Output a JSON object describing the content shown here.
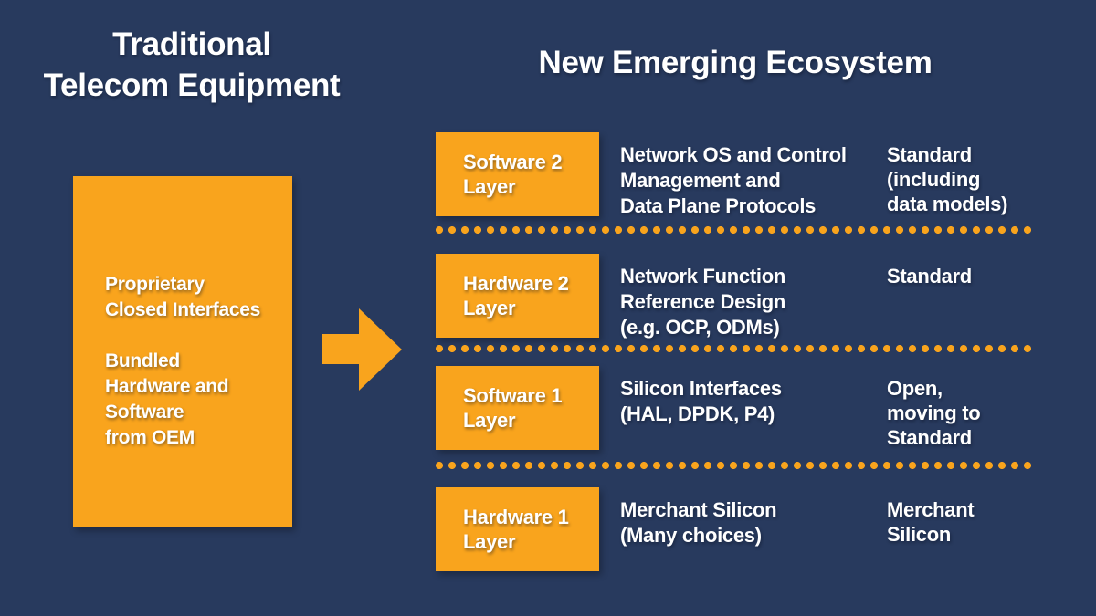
{
  "colors": {
    "bg": "#283A5E",
    "accent": "#F9A41D",
    "text": "#FFFFFF"
  },
  "left_panel": {
    "title": "Traditional\nTelecom Equipment",
    "box_text": "Proprietary\nClosed Interfaces\n\nBundled\nHardware and\nSoftware\nfrom OEM"
  },
  "arrow": {
    "icon": "arrow-right"
  },
  "right_panel": {
    "title": "New Emerging Ecosystem",
    "rows": [
      {
        "layer": "Software 2\nLayer",
        "description": "Network OS and Control\nManagement and\nData Plane Protocols",
        "status": "Standard\n(including\ndata models)"
      },
      {
        "layer": "Hardware 2\nLayer",
        "description": "Network Function\nReference Design\n(e.g. OCP, ODMs)",
        "status": "Standard"
      },
      {
        "layer": "Software 1\nLayer",
        "description": "Silicon Interfaces\n(HAL, DPDK, P4)",
        "status": "Open,\nmoving to\nStandard"
      },
      {
        "layer": "Hardware 1\nLayer",
        "description": "Merchant Silicon\n(Many choices)",
        "status": "Merchant\nSilicon"
      }
    ]
  }
}
